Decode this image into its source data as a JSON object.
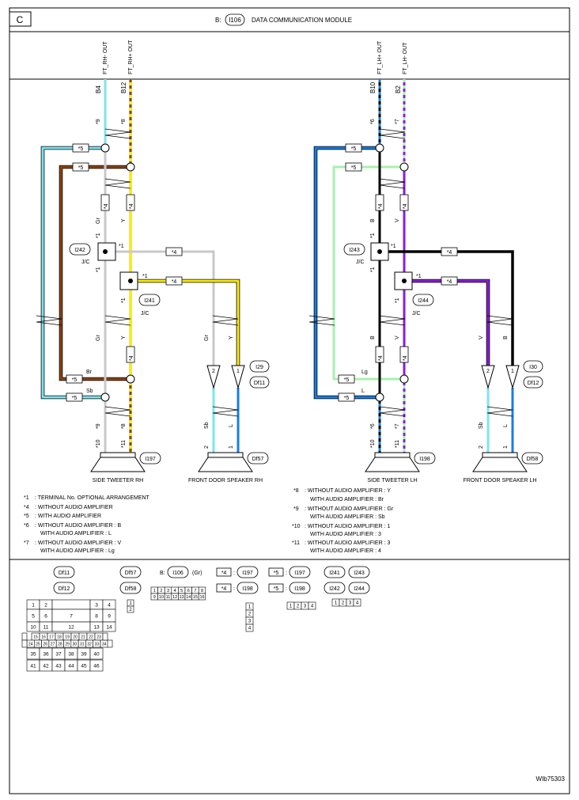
{
  "page": {
    "section_letter": "C",
    "header_prefix": "B:",
    "header_connector": "I106",
    "header_title": "DATA COMMUNICATION MODULE",
    "ref_code": "WIb75303"
  },
  "terminals": {
    "ft_rh_minus": {
      "label": "FT_RH- OUT",
      "pin": "B4"
    },
    "ft_rh_plus": {
      "label": "FT_RH+ OUT",
      "pin": "B12"
    },
    "ft_lh_plus": {
      "label": "FT_LH+ OUT",
      "pin": "B10"
    },
    "ft_lh_minus": {
      "label": "FT_LH- OUT",
      "pin": "B2"
    }
  },
  "tags": {
    "n1": "*1",
    "n4": "*4",
    "n5": "*5",
    "n6": "*6",
    "n7": "*7",
    "n8": "*8",
    "n9": "*9",
    "n10": "*10",
    "n11": "*11"
  },
  "wires": {
    "gr": "Gr",
    "y": "Y",
    "br": "Br",
    "sb": "Sb",
    "l": "L",
    "b": "B",
    "v": "V",
    "lg": "Lg"
  },
  "pins": {
    "p1": "1",
    "p2": "2"
  },
  "junctions": {
    "i242": "I242",
    "i241": "I241",
    "i243": "I243",
    "i244": "I244",
    "jc": "J/C"
  },
  "connectors": {
    "i29": "I29",
    "df11": "Df11",
    "i30": "I30",
    "df12": "Df12",
    "i197": "I197",
    "df57": "Df57",
    "i198": "I198",
    "df58": "Df58"
  },
  "components": {
    "side_tweeter_rh": "SIDE TWEETER RH",
    "front_door_speaker_rh": "FRONT DOOR SPEAKER RH",
    "side_tweeter_lh": "SIDE TWEETER LH",
    "front_door_speaker_lh": "FRONT DOOR SPEAKER LH"
  },
  "notes": {
    "n1_text": ": TERMINAL No. OPTIONAL ARRANGEMENT",
    "n4_text": ": WITHOUT AUDIO AMPLIFIER",
    "n5_text": ": WITH AUDIO AMPLIFIER",
    "n6_text1": ": WITHOUT AUDIO AMPLIFIER  : B",
    "n6_text2": "WITH AUDIO AMPLIFIER  : L",
    "n7_text1": ": WITHOUT AUDIO AMPLIFIER  : V",
    "n7_text2": "WITH AUDIO AMPLIFIER  : Lg",
    "n8_text1": ": WITHOUT AUDIO AMPLIFIER  : Y",
    "n8_text2": "WITH AUDIO AMPLIFIER  : Br",
    "n9_text1": ": WITHOUT AUDIO AMPLIFIER  : Gr",
    "n9_text2": "WITH AUDIO AMPLIFIER  : Sb",
    "n10_text1": ": WITHOUT AUDIO AMPLIFIER  : 1",
    "n10_text2": "WITH AUDIO AMPLIFIER  : 3",
    "n11_text1": ": WITHOUT AUDIO AMPLIFIER  : 3",
    "n11_text2": "WITH AUDIO AMPLIFIER  : 4"
  },
  "legend": {
    "b": "B:",
    "i106": "I106",
    "gr": "(Gr)",
    "colon": ":",
    "i197": "I197",
    "i198": "I198",
    "i241": "I241",
    "i242": "I242",
    "i243": "I243",
    "i244": "I244",
    "df11": "Df11",
    "df12": "Df12",
    "df57": "Df57",
    "df58": "Df58"
  },
  "df_grid": {
    "row1": [
      "1",
      "2",
      "",
      "3",
      "4"
    ],
    "row2": [
      "5",
      "6",
      "7",
      "8",
      "9"
    ],
    "row3": [
      "10",
      "11",
      "12",
      "13",
      "14"
    ],
    "row4": [
      "15",
      "16",
      "17",
      "18",
      "19",
      "20",
      "21",
      "22",
      "23"
    ],
    "row5": [
      "24",
      "25",
      "26",
      "27",
      "28",
      "29",
      "30",
      "31",
      "32",
      "33",
      "34"
    ],
    "row6": [
      "35",
      "36",
      "37",
      "38",
      "39",
      "40"
    ],
    "row7": [
      "41",
      "42",
      "43",
      "44",
      "45",
      "46"
    ]
  },
  "i106_grid": {
    "top": [
      "1",
      "2",
      "3",
      "4",
      "5",
      "6",
      "7",
      "8"
    ],
    "bottom": [
      "9",
      "10",
      "11",
      "12",
      "13",
      "14",
      "15",
      "16"
    ]
  },
  "df57_pins": [
    "1",
    "2"
  ],
  "i197_pins": [
    "1",
    "2",
    "3",
    "4"
  ],
  "i197_horiz_pins": [
    "1",
    "2",
    "3",
    "4"
  ],
  "i241_pins": [
    "1",
    "2",
    "3",
    "4"
  ],
  "colors": {
    "sky_blue": "#7fe3ef",
    "brown": "#8b4513",
    "gray": "#c8c8c8",
    "yellow": "#ffee00",
    "blue": "#1a7ee0",
    "green": "#a8f0b0",
    "black": "#000000",
    "violet": "#8a1fd6"
  }
}
